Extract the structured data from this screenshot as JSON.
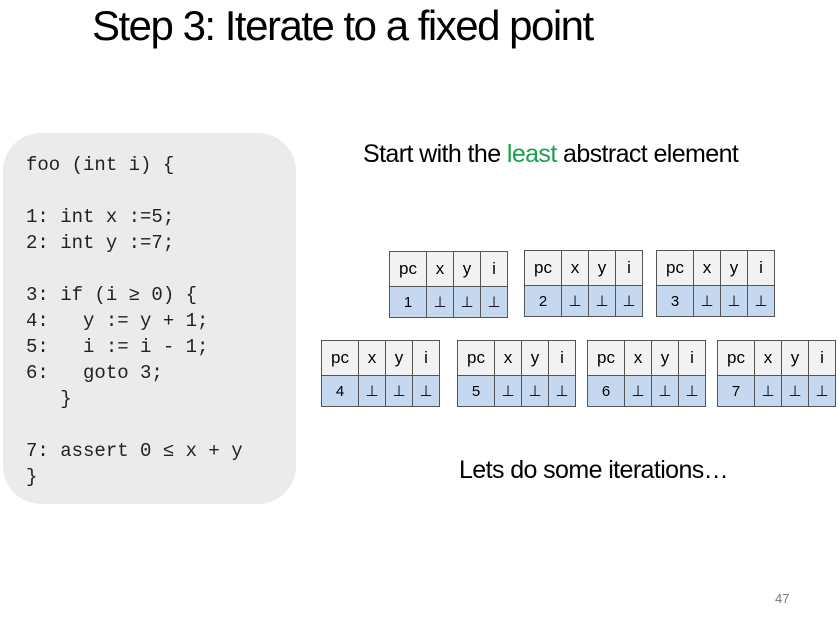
{
  "slide": {
    "title": "Step 3: Iterate to a fixed point",
    "subtitle_pre": "Start with the ",
    "subtitle_accent": "least",
    "subtitle_post": " abstract element",
    "note": "Lets do some iterations…",
    "page_number": "47",
    "accent_color": "#1aa14b"
  },
  "code": "foo (int i) {\n\n1: int x :=5;\n2: int y :=7;\n\n3: if (i ≥ 0) {\n4:   y := y + 1;\n5:   i := i - 1;\n6:   goto 3;\n   }\n\n7: assert 0 ≤ x + y\n}",
  "headers": {
    "pc": "pc",
    "x": "x",
    "y": "y",
    "i": "i"
  },
  "states": [
    {
      "pc": "1",
      "x": "⊥",
      "y": "⊥",
      "i": "⊥"
    },
    {
      "pc": "2",
      "x": "⊥",
      "y": "⊥",
      "i": "⊥"
    },
    {
      "pc": "3",
      "x": "⊥",
      "y": "⊥",
      "i": "⊥"
    },
    {
      "pc": "4",
      "x": "⊥",
      "y": "⊥",
      "i": "⊥"
    },
    {
      "pc": "5",
      "x": "⊥",
      "y": "⊥",
      "i": "⊥"
    },
    {
      "pc": "6",
      "x": "⊥",
      "y": "⊥",
      "i": "⊥"
    },
    {
      "pc": "7",
      "x": "⊥",
      "y": "⊥",
      "i": "⊥"
    }
  ]
}
